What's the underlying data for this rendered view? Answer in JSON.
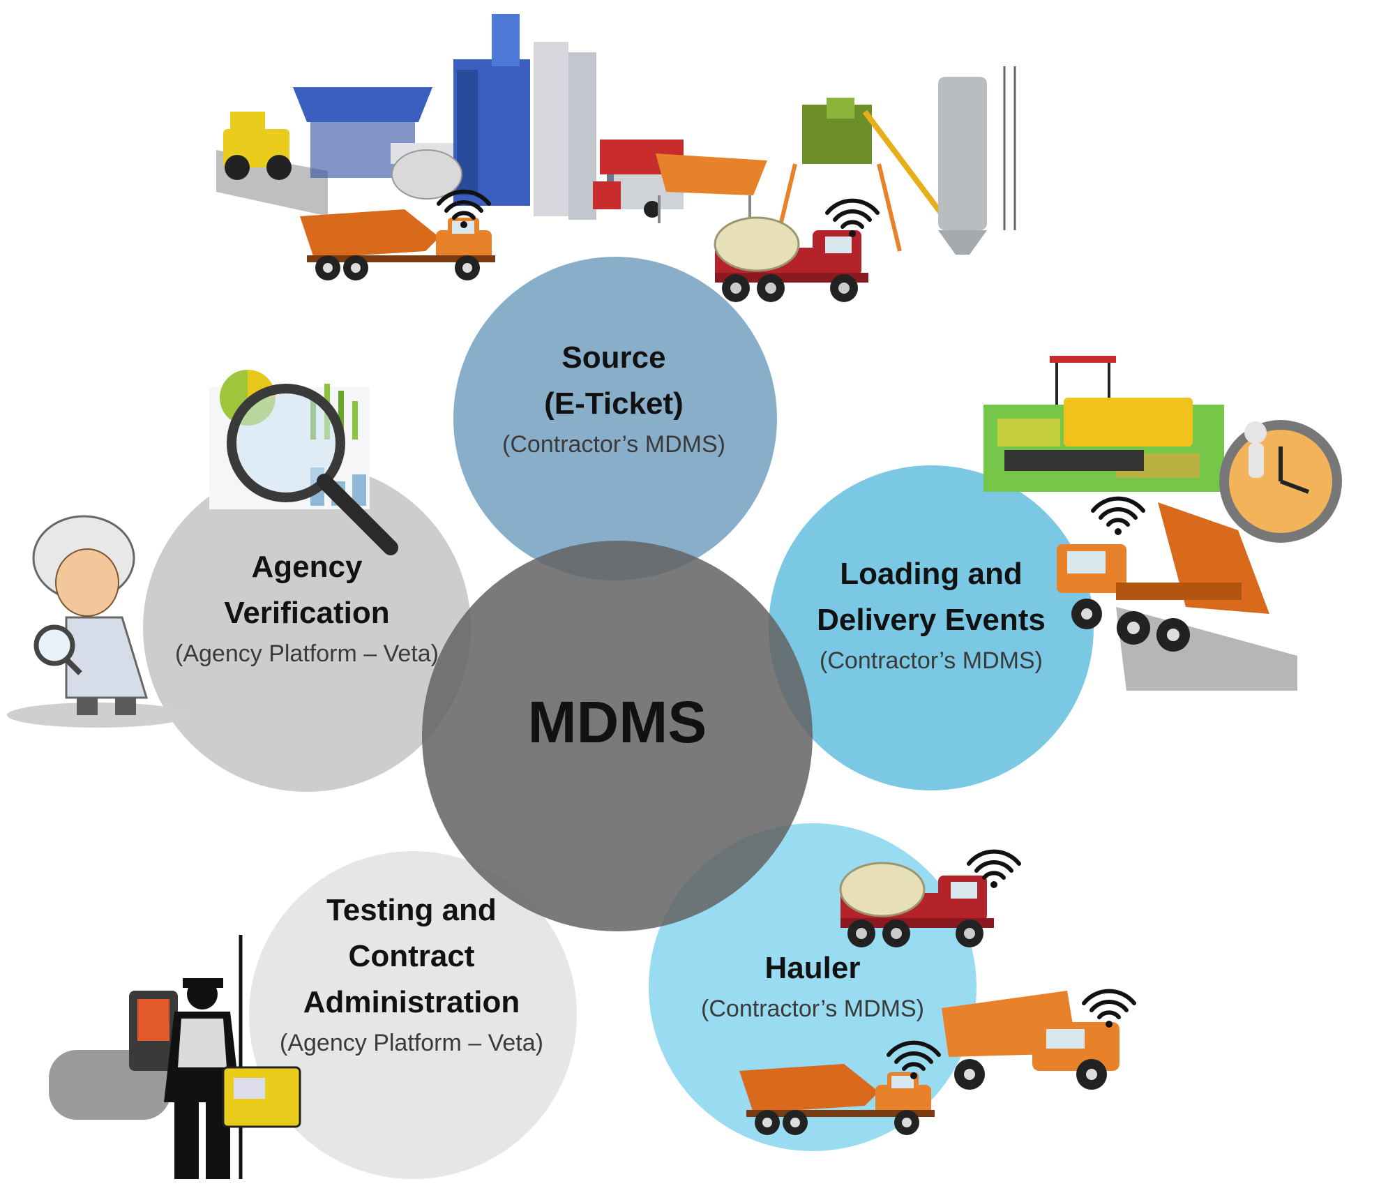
{
  "center": {
    "label": "MDMS"
  },
  "nodes": [
    {
      "id": "source",
      "title_lines": [
        "Source",
        "(E-Ticket)"
      ],
      "subtitle": "(Contractor’s MDMS)",
      "color": "#7FA7C6"
    },
    {
      "id": "loading",
      "title_lines": [
        "Loading and",
        "Delivery Events"
      ],
      "subtitle": "(Contractor’s MDMS)",
      "color": "#6FC3E2"
    },
    {
      "id": "hauler",
      "title_lines": [
        "Hauler"
      ],
      "subtitle": "(Contractor’s MDMS)",
      "color": "#90D9F0"
    },
    {
      "id": "testing",
      "title_lines": [
        "Testing and",
        "Contract",
        "Administration"
      ],
      "subtitle": "(Agency Platform – Veta)",
      "color": "#E3E3E3"
    },
    {
      "id": "agency",
      "title_lines": [
        "Agency",
        "Verification"
      ],
      "subtitle": "(Agency Platform – Veta)",
      "color": "#C8C8C8"
    }
  ],
  "colors": {
    "center": "#636363",
    "truck_orange": "#E8822A",
    "mixer_red": "#B5232A",
    "plant_blue": "#3A5FBF"
  },
  "icons": [
    "asphalt-plant-illustration",
    "concrete-batch-plant-illustration",
    "paver-illustration",
    "clock-illustration",
    "dump-truck-illustration",
    "mixer-truck-illustration",
    "bottom-dump-truck-illustration",
    "inspector-cartoon",
    "data-magnifier-illustration",
    "field-tester-illustration",
    "wifi-icon"
  ]
}
